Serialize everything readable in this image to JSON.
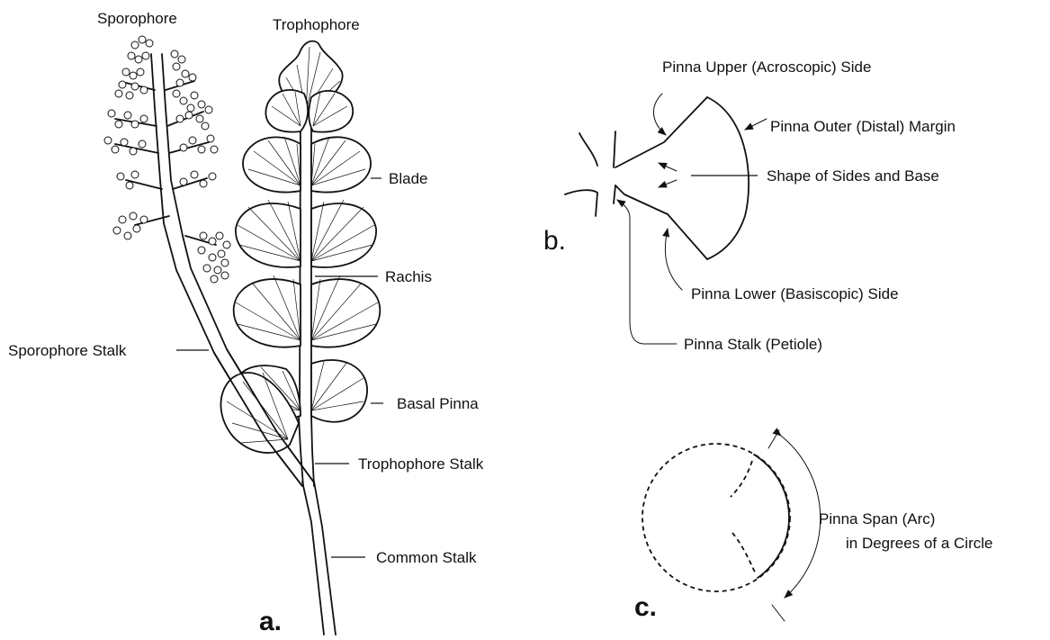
{
  "panel_a": {
    "letter": "a.",
    "labels": {
      "sporophore": "Sporophore",
      "trophophore": "Trophophore",
      "blade": "Blade",
      "rachis": "Rachis",
      "sporophore_stalk": "Sporophore Stalk",
      "basal_pinna": "Basal Pinna",
      "trophophore_stalk": "Trophophore Stalk",
      "common_stalk": "Common Stalk"
    }
  },
  "panel_b": {
    "letter": "b.",
    "labels": {
      "upper_side": "Pinna Upper (Acroscopic) Side",
      "outer_margin": "Pinna Outer (Distal) Margin",
      "sides_base": "Shape of Sides and Base",
      "lower_side": "Pinna Lower (Basiscopic) Side",
      "stalk": "Pinna Stalk (Petiole)"
    }
  },
  "panel_c": {
    "letter": "c.",
    "labels": {
      "span_line1": "Pinna Span (Arc)",
      "span_line2": "in Degrees of a Circle"
    }
  }
}
